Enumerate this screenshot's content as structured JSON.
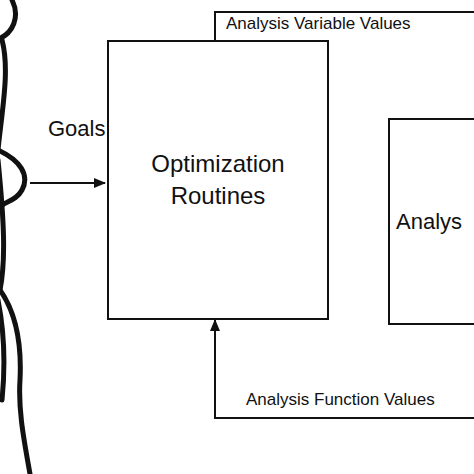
{
  "diagram": {
    "nodes": [
      {
        "text": [
          "Optimization Routines"
        ]
      },
      {
        "text": [
          "Analys"
        ]
      }
    ],
    "edges": [
      {
        "from": 0,
        "to": 1,
        "label": "Analysis Variable Values",
        "arrow": "none"
      },
      {
        "from": 1,
        "to": 0,
        "label": "Analysis Function Values",
        "arrow": "to"
      }
    ],
    "labels": [
      "Goals"
    ]
  }
}
